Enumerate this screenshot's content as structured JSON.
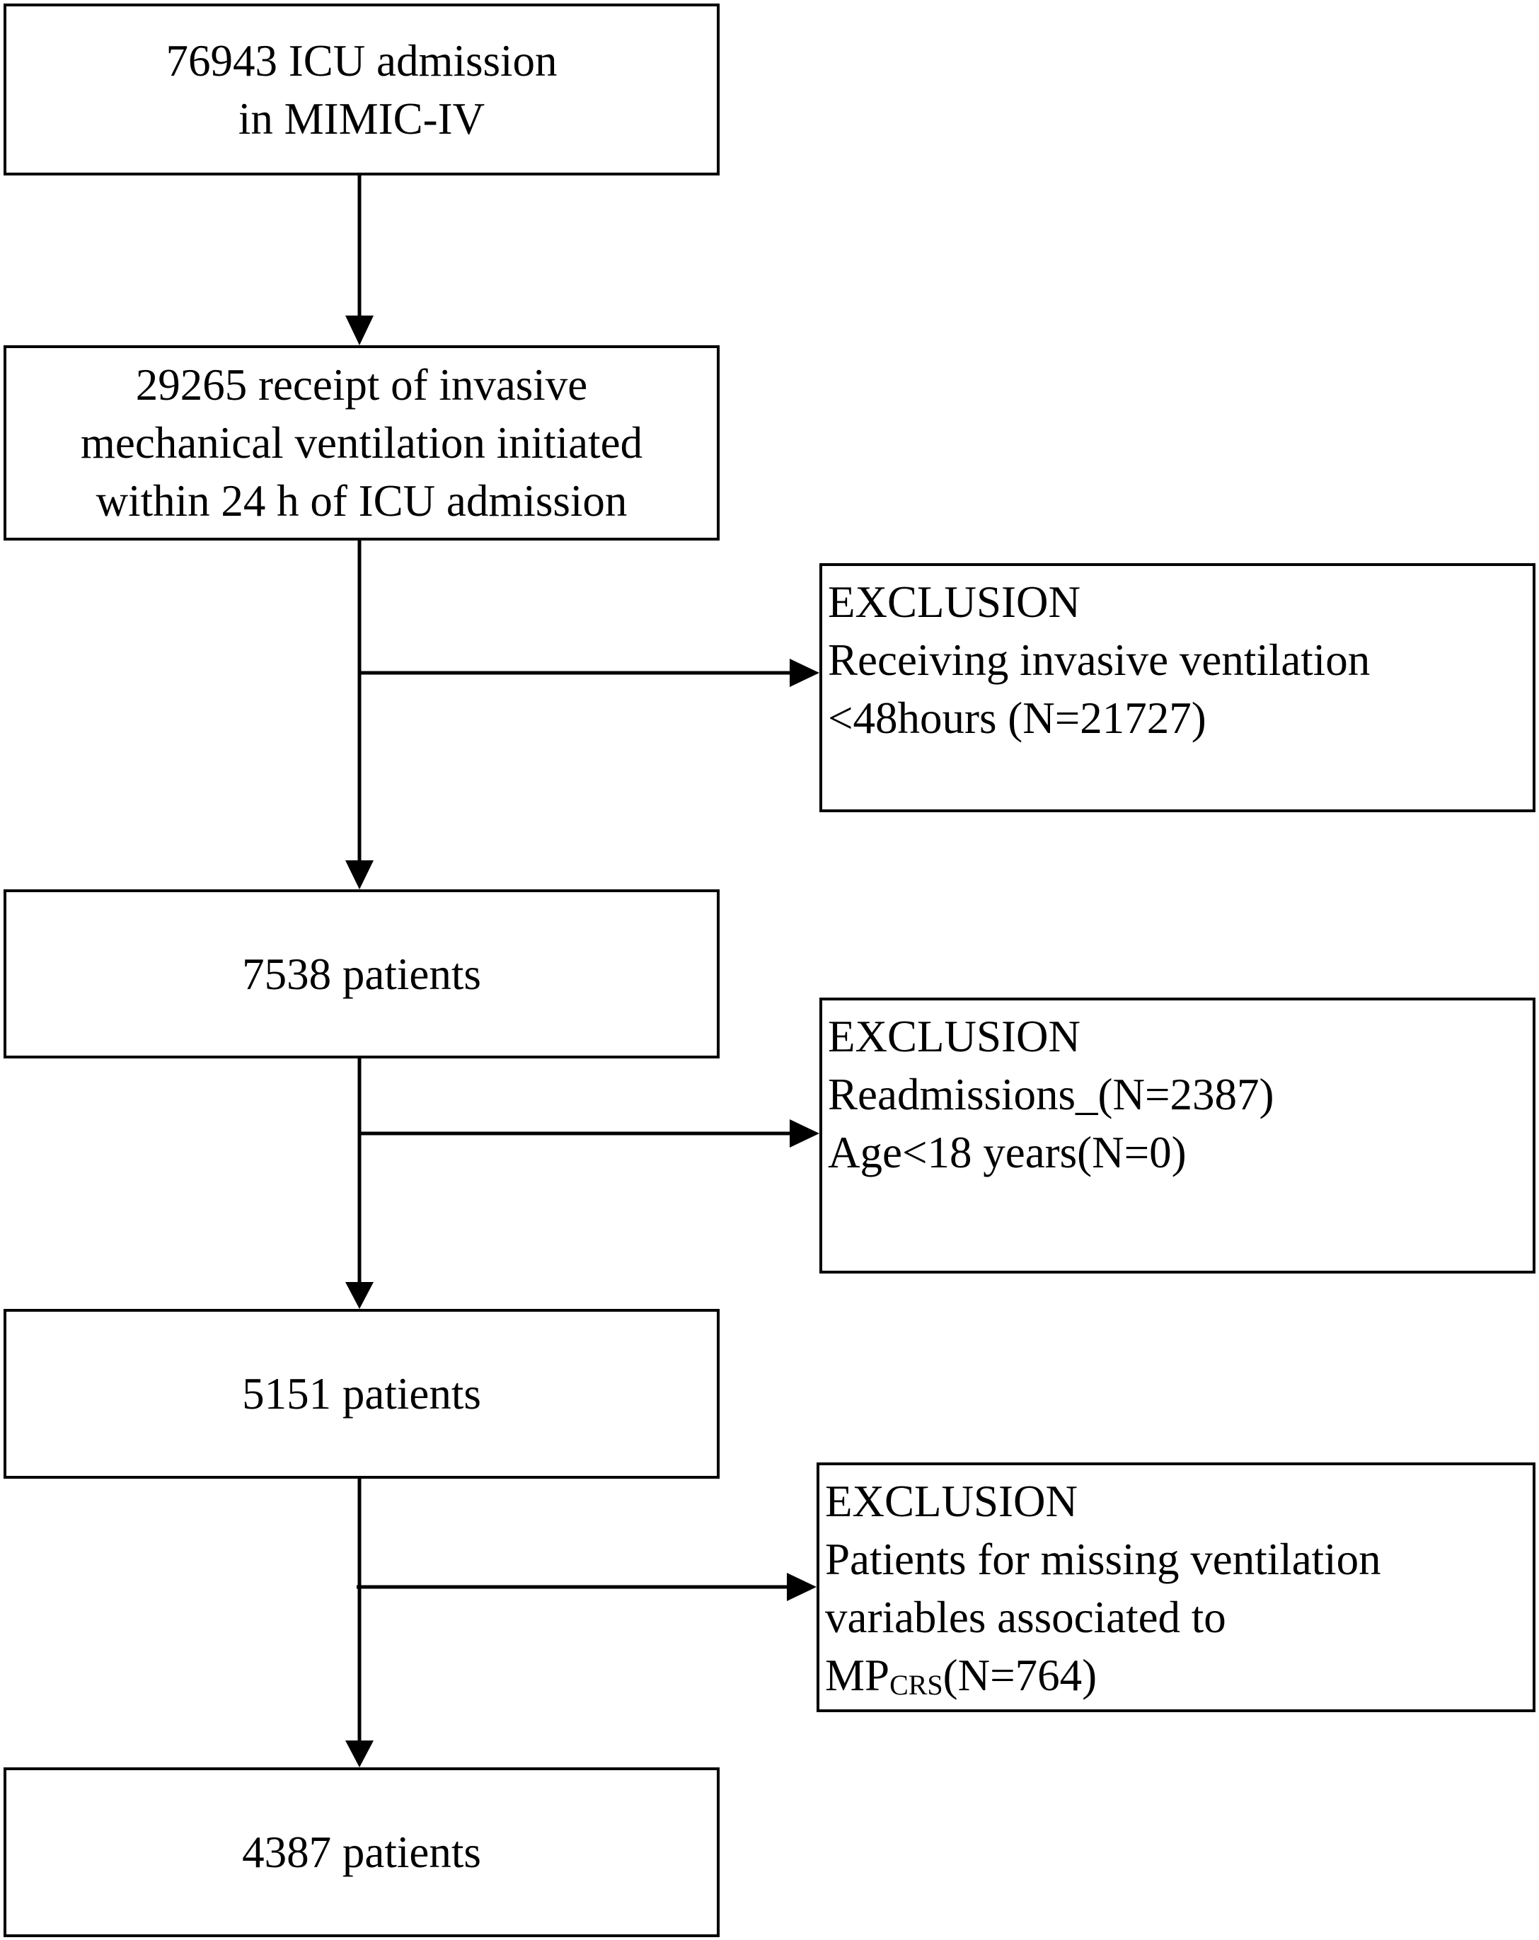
{
  "flowchart": {
    "steps": [
      {
        "lines": [
          "76943 ICU admission",
          "in MIMIC-IV"
        ]
      },
      {
        "lines": [
          "29265 receipt of invasive",
          "mechanical ventilation initiated",
          "within 24 h of ICU admission"
        ]
      },
      {
        "lines": [
          "7538 patients"
        ]
      },
      {
        "lines": [
          "5151 patients"
        ]
      },
      {
        "lines": [
          "4387 patients"
        ]
      }
    ],
    "exclusions": [
      {
        "header": "EXCLUSION",
        "lines": [
          "Receiving invasive ventilation",
          "<48hours (N=21727)"
        ]
      },
      {
        "header": "EXCLUSION",
        "lines": [
          "Readmissions_(N=2387)",
          "Age<18 years(N=0)"
        ]
      },
      {
        "header": "EXCLUSION",
        "lines": [
          "Patients for missing ventilation",
          "variables associated to"
        ],
        "last_line": {
          "prefix": "MP",
          "subscript": "CRS",
          "suffix": "(N=764)"
        }
      }
    ]
  }
}
